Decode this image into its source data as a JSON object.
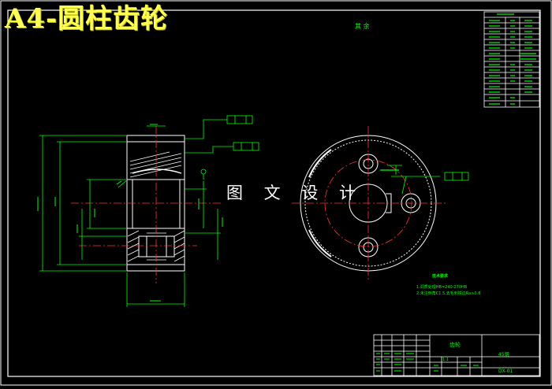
{
  "banner_title": "A4-圆柱齿轮",
  "watermark": "图 文 设 计",
  "colors": {
    "background": "#000000",
    "frame": "#ffffff",
    "outline": "#ffffff",
    "dimension": "#00ff00",
    "centerline": "#ff3333",
    "hatch": "#ffffff",
    "banner": "#ffff55"
  },
  "drawing": {
    "surface_mark": "其 余",
    "tech_note": {
      "title": "技术要求",
      "lines": [
        "1.调质处理HB=240-270HB",
        "2.未注倒角C1.5,去毛刺锐边Ra≥0.8"
      ]
    },
    "title_block": {
      "part_name": "齿轮",
      "material": "45钢",
      "scale": "1:1",
      "drawing_no": "DX-01"
    }
  }
}
